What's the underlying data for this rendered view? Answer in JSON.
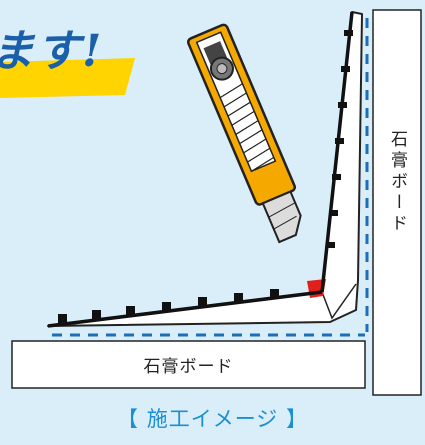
{
  "banner": {
    "text": "ます!"
  },
  "labels": {
    "wall_board": "石膏ボード",
    "floor_board": "石膏ボード",
    "caption": "【 施工イメージ 】"
  },
  "colors": {
    "background": "#d9eef8",
    "banner_stripe": "#ffd400",
    "cutter_body": "#f5a800",
    "blade": "#dcdcdc",
    "tape_dashes": "#1b6fb8",
    "corner_mark": "#e0201a",
    "caption": "#1a8fd6",
    "banner_text": "#1b5fa8"
  },
  "icons": {
    "tool": "utility-knife-icon"
  }
}
